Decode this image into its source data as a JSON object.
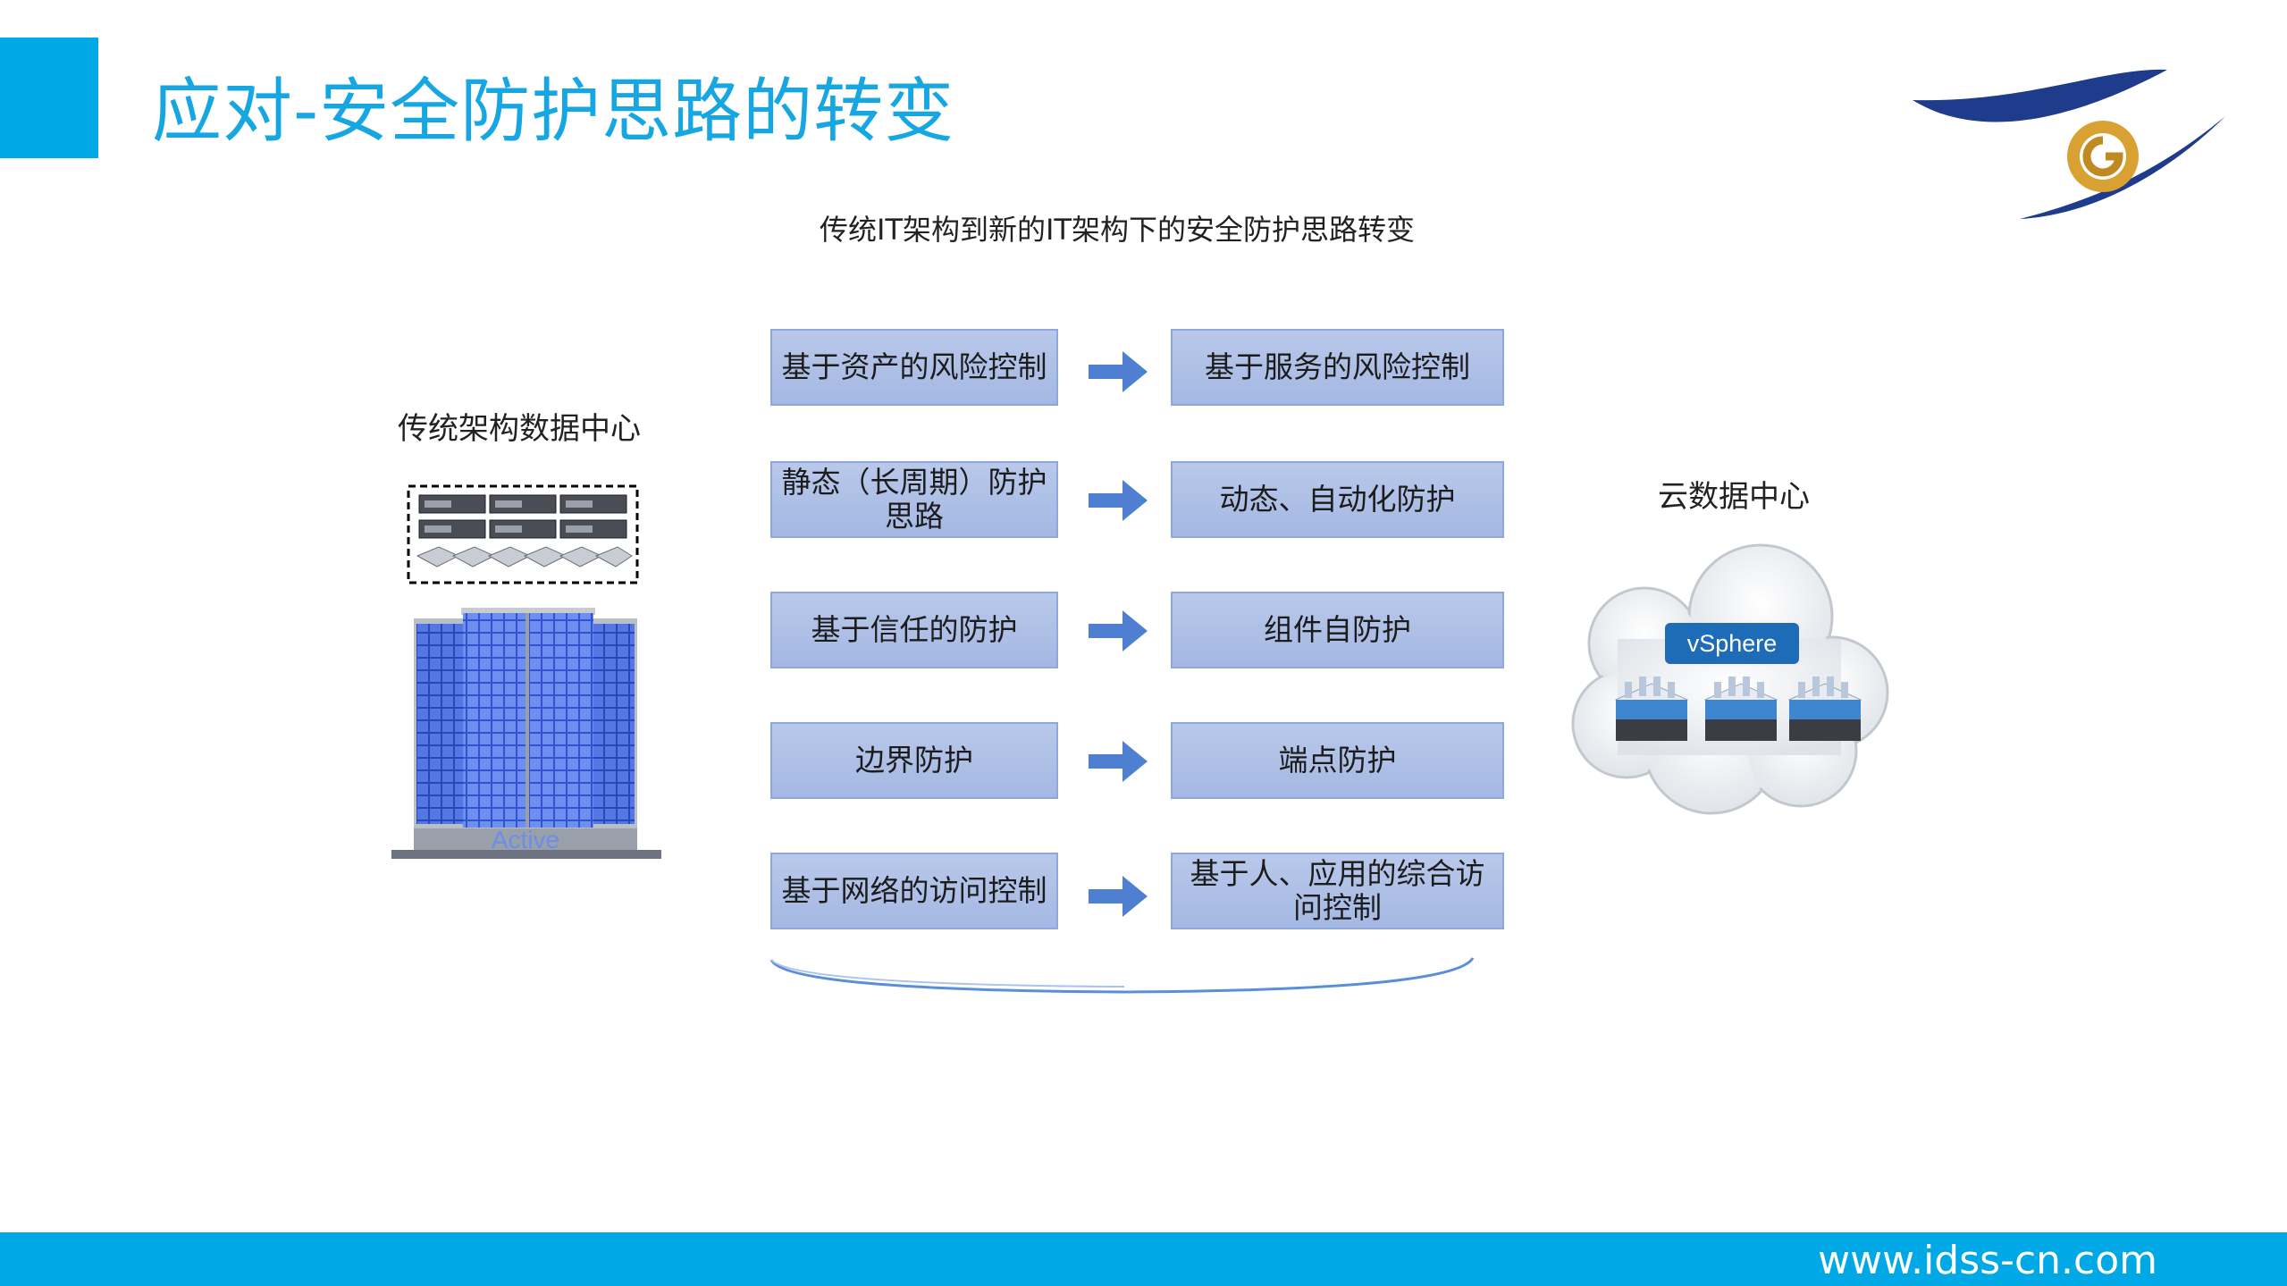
{
  "header": {
    "title": "应对-安全防护思路的转变"
  },
  "subtitle": "传统IT架构到新的IT架构下的安全防护思路转变",
  "left_panel": {
    "label": "传统架构数据中心",
    "building_label": "Active"
  },
  "right_panel": {
    "label": "云数据中心",
    "badge": "vSphere"
  },
  "rows": [
    {
      "from": "基于资产的风险控制",
      "to": "基于服务的风险控制"
    },
    {
      "from": "静态（长周期）防护思路",
      "to": "动态、自动化防护"
    },
    {
      "from": "基于信任的防护",
      "to": "组件自防护"
    },
    {
      "from": "边界防护",
      "to": "端点防护"
    },
    {
      "from": "基于网络的访问控制",
      "to": "基于人、应用的综合访问控制"
    }
  ],
  "footer": {
    "website": "www.idss-cn.com"
  },
  "colors": {
    "accent": "#00a8e6",
    "box_fill": "#b1c3e8",
    "arrow": "#4f7fd0",
    "building": "#3d63d8"
  },
  "icons": [
    "company-logo-icon",
    "server-rack-icon",
    "building-icon",
    "cloud-icon",
    "right-arrow-icon"
  ]
}
